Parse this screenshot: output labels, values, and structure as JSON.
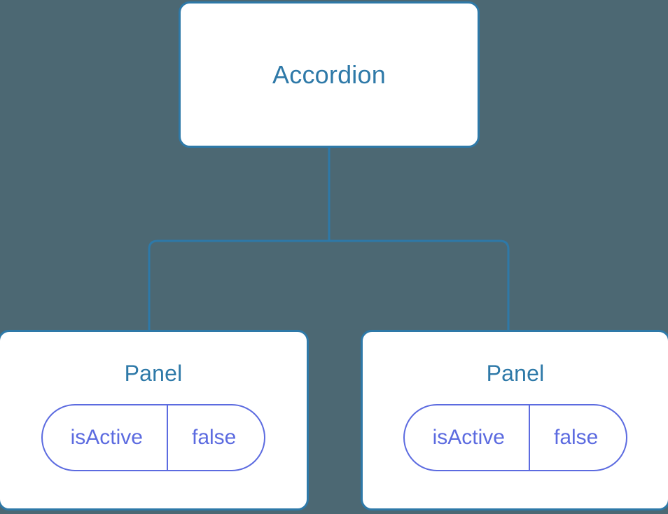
{
  "diagram": {
    "type": "component-tree",
    "background_color": "#4c6873",
    "node_border_color": "#2e79a8",
    "node_text_color": "#2e79a8",
    "state_color": "#5c6be0",
    "connector_color": "#2e79a8",
    "root": {
      "label": "Accordion"
    },
    "children": [
      {
        "label": "Panel",
        "state": {
          "key": "isActive",
          "value": "false"
        }
      },
      {
        "label": "Panel",
        "state": {
          "key": "isActive",
          "value": "false"
        }
      }
    ]
  }
}
